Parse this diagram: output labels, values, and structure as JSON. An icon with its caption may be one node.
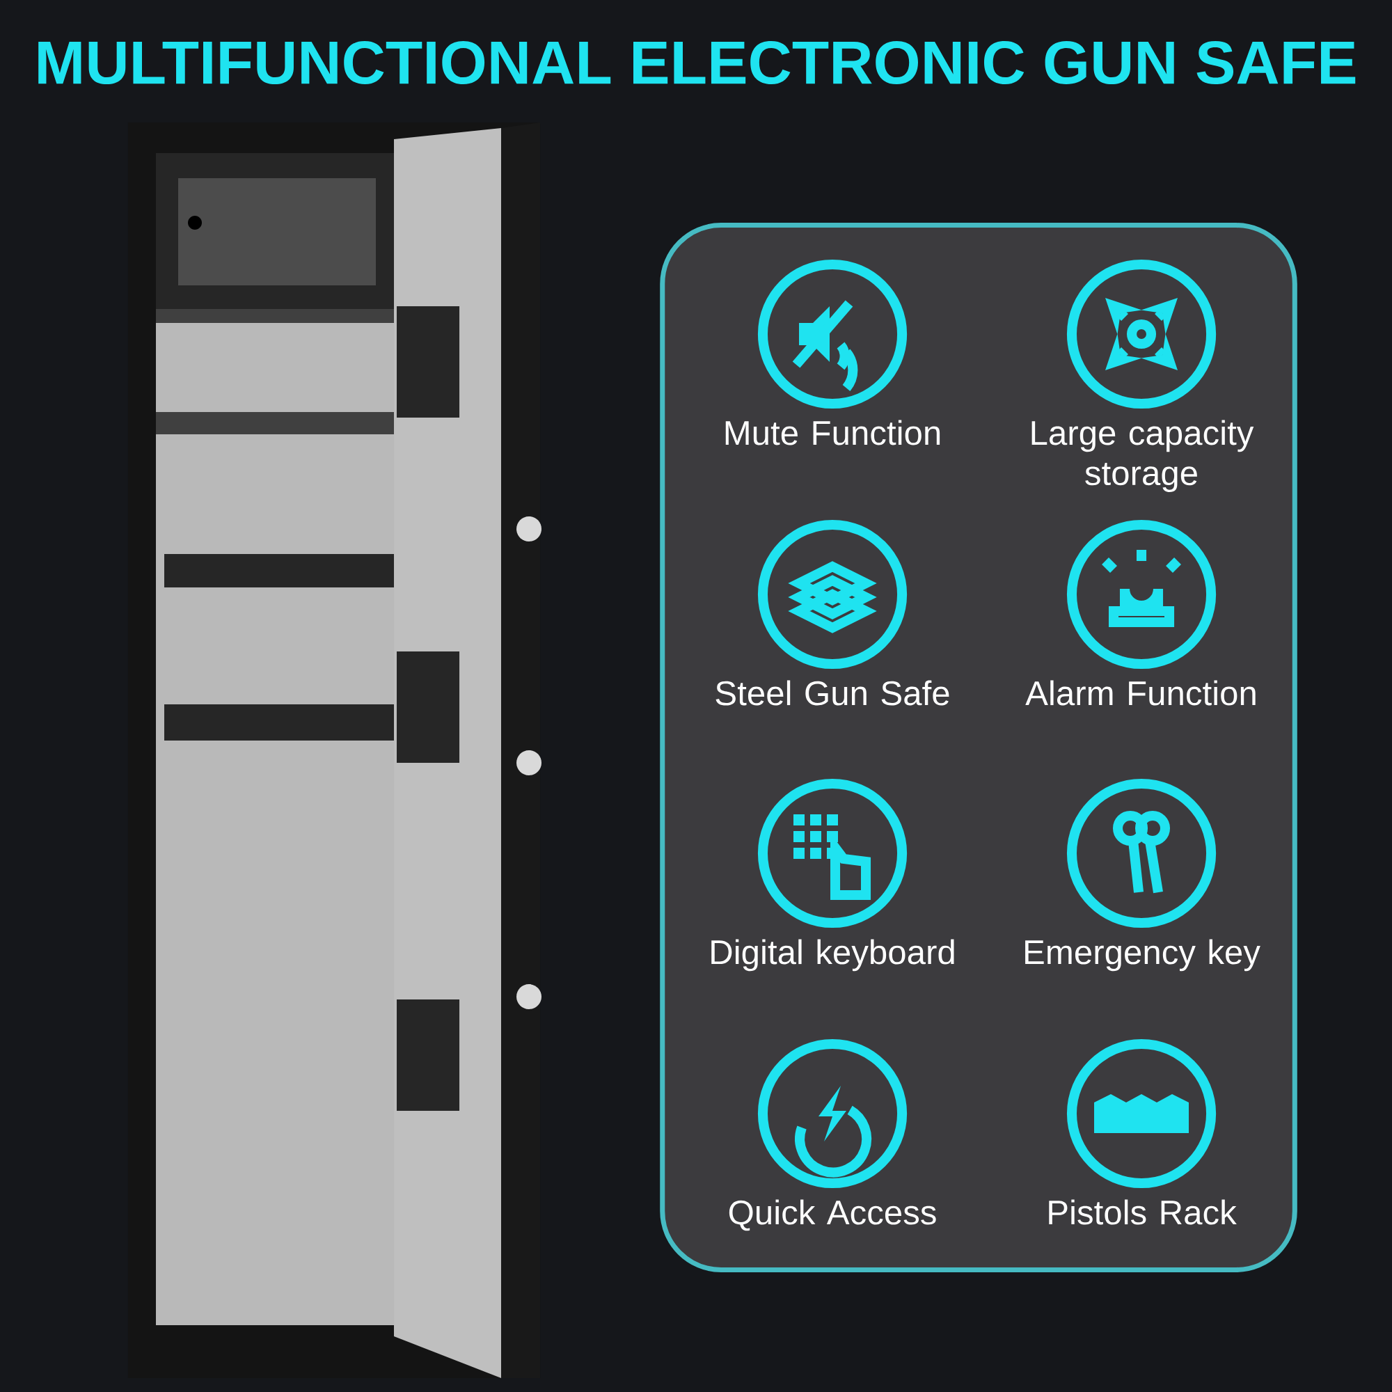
{
  "diagram": {
    "title": "MULTIFUNCTIONAL ELECTRONIC GUN SAFE",
    "nodes": [
      {
        "text": [],
        "shape": "box"
      },
      {
        "text": [
          "Mute Function"
        ],
        "in": 0
      },
      {
        "text": [
          "Large capacity storage"
        ],
        "in": 0
      },
      {
        "text": [
          "Steel Gun Safe"
        ],
        "in": 0
      },
      {
        "text": [
          "Alarm Function"
        ],
        "in": 0
      },
      {
        "text": [
          "Digital keyboard"
        ],
        "in": 0
      },
      {
        "text": [
          "Emergency key"
        ],
        "in": 0
      },
      {
        "text": [
          "Quick Access"
        ],
        "in": 0
      },
      {
        "text": [
          "Pistols Rack"
        ],
        "in": 0
      }
    ]
  }
}
